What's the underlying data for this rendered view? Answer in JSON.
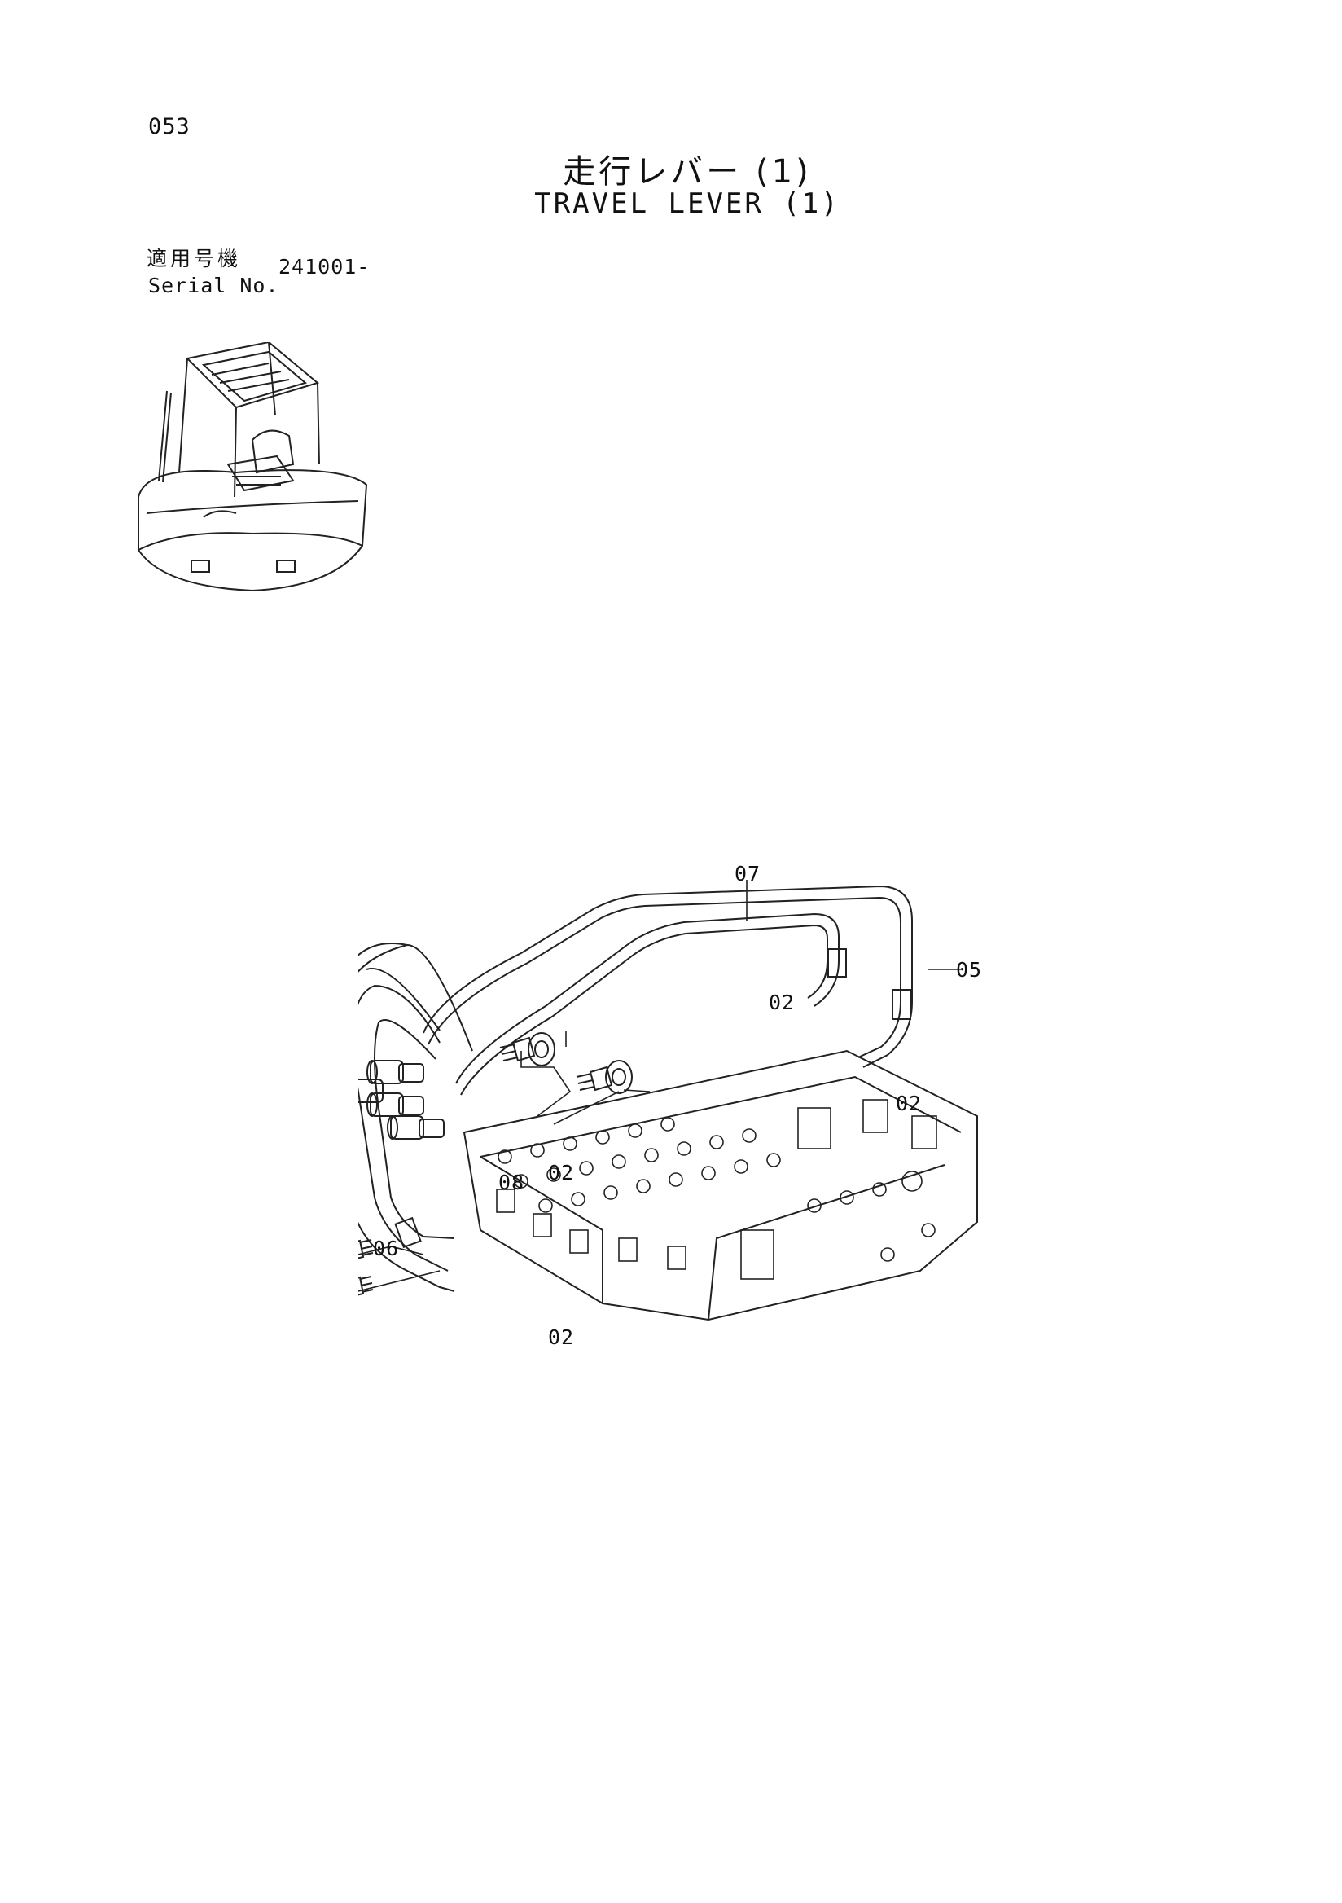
{
  "page": {
    "number": "053",
    "title_jp": "走行レバー (1)",
    "title_en": "TRAVEL LEVER (1)",
    "serial_label_jp": "適用号機",
    "serial_label_en": "Serial No.",
    "serial_value": "241001-"
  },
  "callouts": {
    "c07": "07",
    "c05": "05",
    "c02_top": "02",
    "c02_right": "02",
    "c08": "08",
    "c02_mid": "02",
    "c06": "06",
    "c02_bottom": "02"
  }
}
